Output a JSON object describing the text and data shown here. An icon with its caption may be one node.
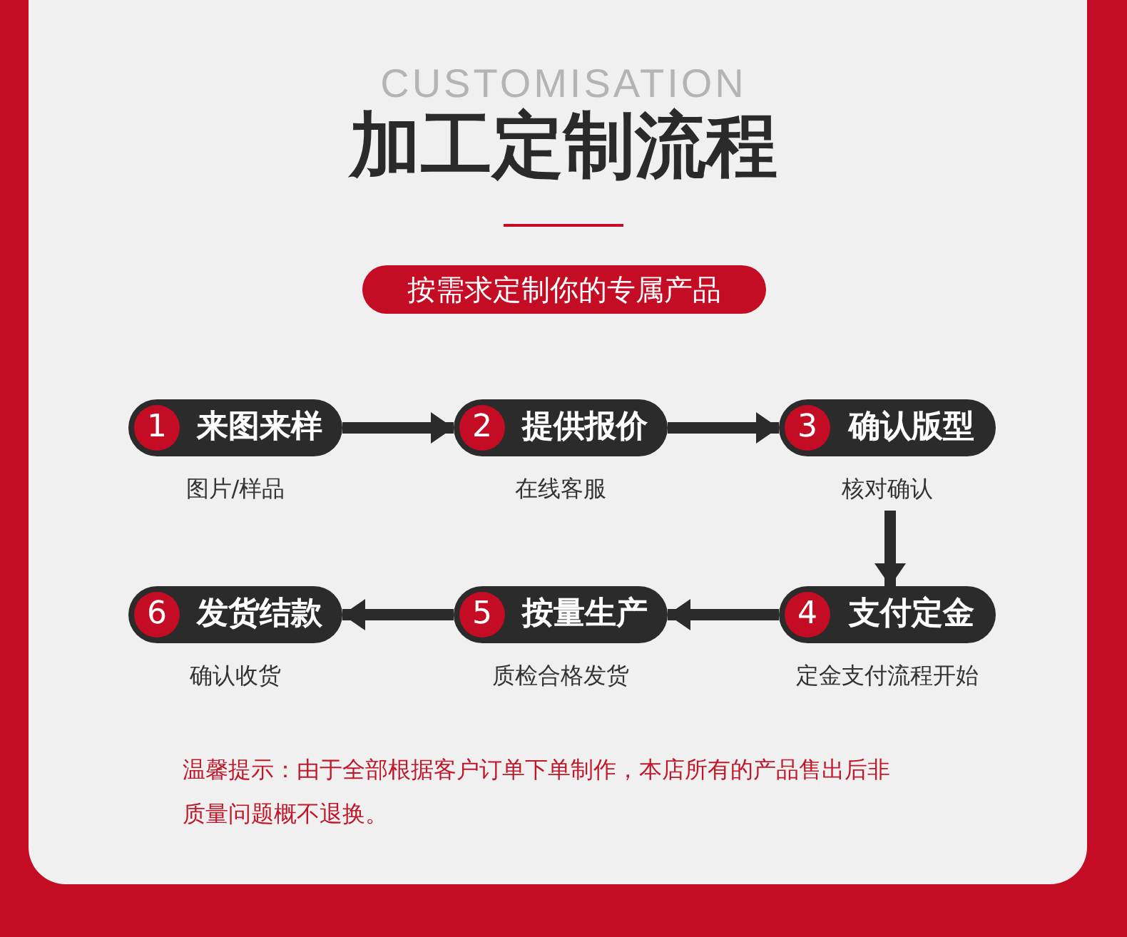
{
  "diagram": {
    "title": "加工定制流程",
    "nodes": [
      {
        "text": [
          "按需求定制你的专属产品"
        ]
      },
      {
        "text": [
          "1",
          "来图来样"
        ],
        "beside": [
          "图片/样品"
        ]
      },
      {
        "text": [
          "2",
          "提供报价"
        ],
        "beside": [
          "在线客服"
        ]
      },
      {
        "text": [
          "3",
          "确认版型"
        ],
        "beside": [
          "核对确认"
        ]
      },
      {
        "text": [
          "6",
          "发货结款"
        ],
        "beside": [
          "确认收货"
        ]
      },
      {
        "text": [
          "5",
          "按量生产"
        ],
        "beside": [
          "质检合格发货"
        ]
      },
      {
        "text": [
          "4",
          "支付定金"
        ],
        "beside": [
          "定金支付流程开始"
        ]
      }
    ],
    "edges": [
      {
        "from": 1,
        "to": 2,
        "arrow": "to"
      },
      {
        "from": 2,
        "to": 3,
        "arrow": "to"
      },
      {
        "from": 3,
        "to": 6,
        "arrow": "to"
      },
      {
        "from": 6,
        "to": 5,
        "arrow": "to"
      },
      {
        "from": 5,
        "to": 4,
        "arrow": "to"
      }
    ],
    "labels": [
      "CUSTOMISATION",
      "温馨提示：由于全部根据客户订单下单制作，本店所有的产品售出后非质量问题概不退换。"
    ]
  }
}
